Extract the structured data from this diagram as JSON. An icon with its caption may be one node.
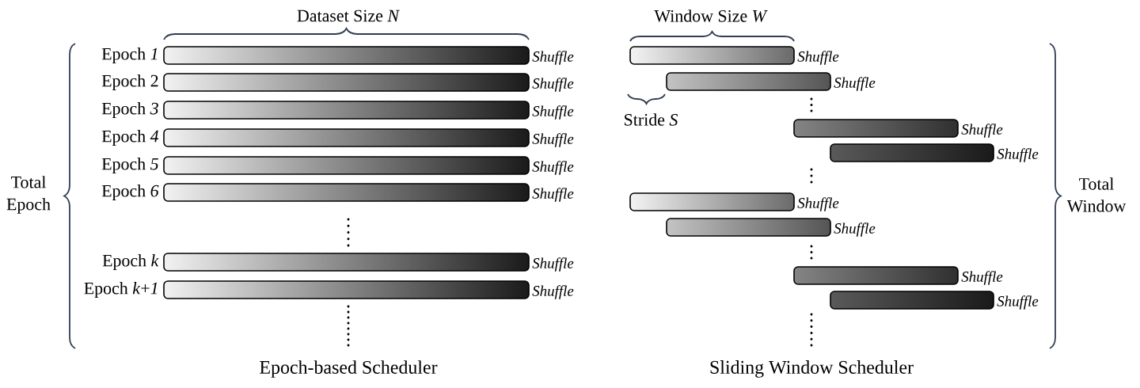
{
  "diagram": {
    "nodes": [
      {
        "text": [],
        "shape": "bar",
        "beside": [
          "Shuffle"
        ]
      },
      {
        "text": [],
        "shape": "bar",
        "beside": [
          "Shuffle"
        ]
      },
      {
        "text": [],
        "shape": "bar",
        "beside": [
          "Shuffle"
        ]
      },
      {
        "text": [],
        "shape": "bar",
        "beside": [
          "Shuffle"
        ]
      },
      {
        "text": [],
        "shape": "bar",
        "beside": [
          "Shuffle"
        ]
      },
      {
        "text": [],
        "shape": "bar",
        "beside": [
          "Shuffle"
        ]
      },
      {
        "text": [],
        "shape": "bar",
        "beside": [
          "Shuffle"
        ]
      },
      {
        "text": [],
        "shape": "bar",
        "beside": [
          "Shuffle"
        ]
      },
      {
        "text": [],
        "shape": "bar",
        "beside": [
          "Shuffle"
        ]
      },
      {
        "text": [],
        "shape": "bar",
        "beside": [
          "Shuffle"
        ]
      },
      {
        "text": [],
        "shape": "bar",
        "beside": [
          "Shuffle"
        ]
      },
      {
        "text": [],
        "shape": "bar",
        "beside": [
          "Shuffle"
        ]
      },
      {
        "text": [],
        "shape": "bar",
        "beside": [
          "Shuffle"
        ]
      },
      {
        "text": [],
        "shape": "bar",
        "beside": [
          "Shuffle"
        ]
      },
      {
        "text": [],
        "shape": "bar",
        "beside": [
          "Shuffle"
        ]
      },
      {
        "text": [],
        "shape": "bar",
        "beside": [
          "Shuffle"
        ]
      }
    ],
    "labels": [
      "Dataset Size *N*",
      "Window Size *W*",
      "Epoch *1*",
      "Epoch 2",
      "Epoch *3*",
      "Stride *S*",
      "Epoch *4*",
      "Epoch *5*",
      "Total Epoch",
      "Epoch *6*",
      "Total Window",
      "Epoch *k*",
      "Epoch *k*+*1*",
      "Epoch-based Scheduler",
      "Sliding Window Scheduler"
    ]
  }
}
